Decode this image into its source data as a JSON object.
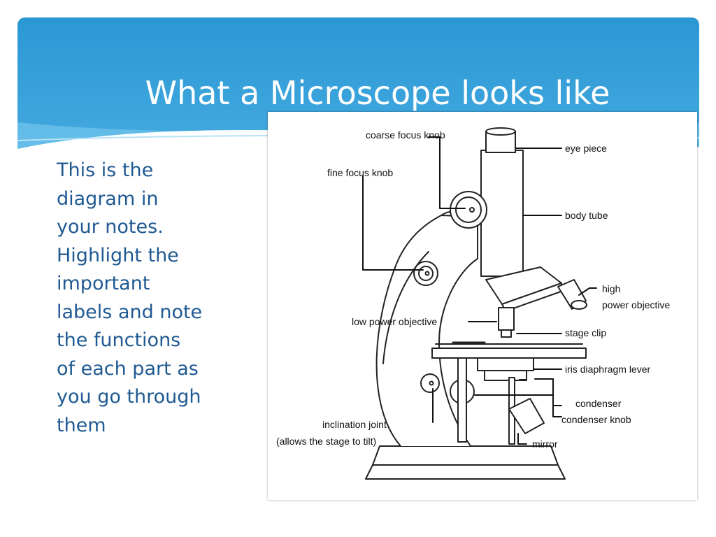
{
  "slide": {
    "title": "What a Microscope looks like",
    "body_lines": [
      "This is the",
      "diagram in",
      "your notes.",
      "Highlight the",
      "important",
      "labels and note",
      "the functions",
      "of each part as",
      "you go through",
      "them"
    ]
  },
  "diagram": {
    "labels": {
      "coarse_focus_knob": "coarse focus knob",
      "fine_focus_knob": "fine focus knob",
      "eye_piece": "eye piece",
      "body_tube": "body tube",
      "high_power_objective_1": "high",
      "high_power_objective_2": "power objective",
      "low_power_objective": "low power objective",
      "stage_clip": "stage clip",
      "iris_diaphragm_lever": "iris diaphragm lever",
      "condenser": "condenser",
      "condenser_knob": "condenser knob",
      "inclination_joint": "inclination joint",
      "inclination_joint_note": "(allows the stage to tilt)",
      "mirror": "mirror"
    }
  },
  "colors": {
    "header_blue": "#2e9ad6",
    "header_light": "#6cc3ec",
    "body_text": "#1f5a92"
  }
}
